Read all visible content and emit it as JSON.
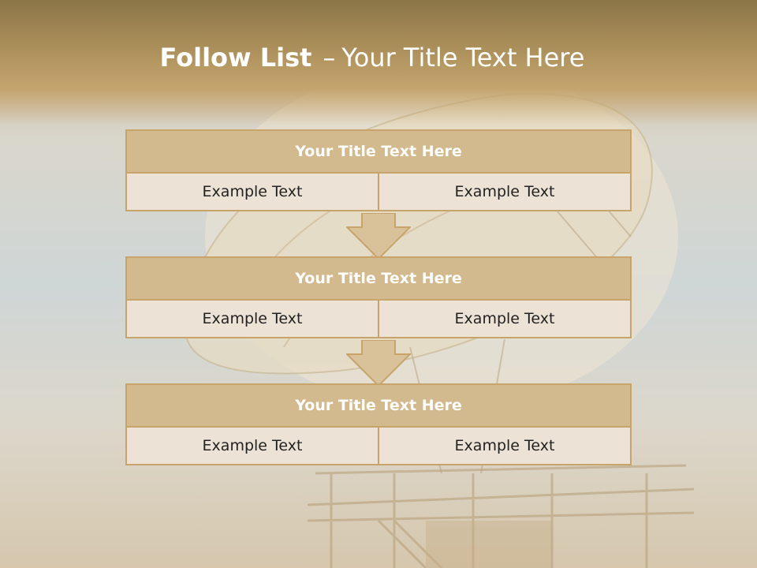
{
  "slide": {
    "title_bold": "Follow List",
    "title_dash": "–",
    "title_rest": "Your Title Text Here"
  },
  "blocks": [
    {
      "title": "Your Title Text Here",
      "left": "Example Text",
      "right": "Example Text"
    },
    {
      "title": "Your Title Text Here",
      "left": "Example Text",
      "right": "Example Text"
    },
    {
      "title": "Your Title Text Here",
      "left": "Example Text",
      "right": "Example Text"
    }
  ],
  "colors": {
    "title_band": "#a58a56",
    "header_fill": "#d3b98e",
    "cell_fill": "#ede2d6",
    "border": "#c8a46a",
    "arrow_fill": "#d9c29a"
  }
}
